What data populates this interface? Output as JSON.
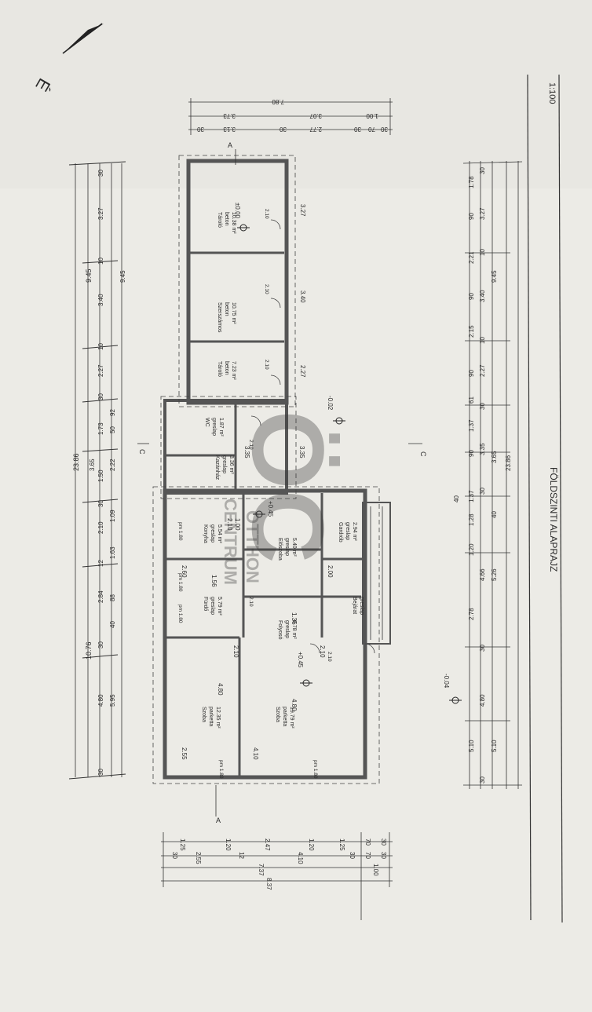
{
  "drawing": {
    "title": "FÖLDSZINTI ALAPRAJZ",
    "scale": "1:100",
    "north_letter": "É",
    "section_a": "A",
    "section_c": "C"
  },
  "watermark": {
    "logo": "ÖC",
    "line1": "OTTHON",
    "line2": "CENTRUM"
  },
  "rooms": [
    {
      "name": "Szoba",
      "floor": "parketta",
      "area": "12.35 m²"
    },
    {
      "name": "Szoba",
      "floor": "parketta",
      "area": "19.79 m²"
    },
    {
      "name": "Fürdő",
      "floor": "greslap",
      "area": "5.79 m²"
    },
    {
      "name": "Konyha",
      "floor": "greslap",
      "area": "5.54 m²"
    },
    {
      "name": "Folyosó",
      "floor": "greslap",
      "area": "6.78 m²"
    },
    {
      "name": "Előszoba",
      "floor": "greslap",
      "area": "5.40 m²"
    },
    {
      "name": "Gardrób",
      "floor": "greslap",
      "area": "2.94 m²"
    },
    {
      "name": "Bejárat",
      "floor": "greslap",
      "area": ""
    },
    {
      "name": "Kazánház",
      "floor": "greslap",
      "area": "3.36 m²"
    },
    {
      "name": "WC",
      "floor": "greslap",
      "area": "1.87 m²"
    },
    {
      "name": "Tároló",
      "floor": "beton",
      "area": "7.23 m²"
    },
    {
      "name": "Szerszámos",
      "floor": "beton",
      "area": "10.75 m²"
    },
    {
      "name": "Tároló",
      "floor": "beton",
      "area": "10.38 m²"
    }
  ],
  "levels": [
    "+0.45",
    "+0.45",
    "±0.00",
    "-0.02",
    "-0.04"
  ],
  "dims_left": {
    "total": "23.86",
    "row1": [
      "10.76",
      "9.45"
    ],
    "row2": [
      "30",
      "4.80",
      "30",
      "2.84",
      "12",
      "2.10",
      "30",
      "1.50",
      "1.73",
      "30",
      "2.27",
      "10",
      "3.40",
      "10",
      "3.27",
      "30"
    ],
    "row3": [
      "5.95",
      "40",
      "88",
      "1.63",
      "1.09",
      "2.22",
      "50",
      "92",
      "9.45"
    ],
    "row4": [
      "3.65"
    ]
  },
  "dims_right": {
    "total": "23.86",
    "row1": [
      "5.10",
      "2.78",
      "1.20",
      "1.28",
      "1.37",
      "90",
      "1.37",
      "61",
      "90",
      "2.15",
      "90",
      "2.21",
      "90",
      "1.78"
    ],
    "row2": [
      "30",
      "4.80",
      "30",
      "4.66",
      "30",
      "3.35",
      "30",
      "2.27",
      "10",
      "3.40",
      "10",
      "3.27",
      "30"
    ],
    "row3": [
      "5.10",
      "5.26",
      "40",
      "3.65",
      "9.45"
    ],
    "row4": [
      "40"
    ]
  },
  "dims_bottom": {
    "total": "8.37",
    "row1": [
      "1.25",
      "1.20",
      "2.47",
      "1.20",
      "1.25",
      "70",
      "30"
    ],
    "row2": [
      "30",
      "2.55",
      "12",
      "4.10",
      "30",
      "70",
      "30"
    ],
    "row3": [
      "7.37",
      "1.00"
    ]
  },
  "dims_top": {
    "total": "7.80",
    "row1": [
      "3.73",
      "3.07",
      "1.00"
    ],
    "row2": [
      "30",
      "3.13",
      "30",
      "2.77",
      "30",
      "70",
      "30"
    ]
  },
  "inner_dims": [
    "2.55",
    "4.10",
    "4.80",
    "4.80",
    "2.10",
    "2.10",
    "2.60",
    "1.56",
    "2.10",
    "1.36",
    "2.00",
    "1.00",
    "3.35",
    "3.35",
    "2.27",
    "3.40",
    "3.27"
  ],
  "window_labels": [
    "pm 1.80",
    "pm 1.80",
    "pm 1.80",
    "pm 1.80",
    "pm 1.80"
  ],
  "door_labels": [
    "2.10",
    "2.10",
    "2.10",
    "2.10",
    "2.10",
    "2.10"
  ],
  "colors": {
    "paper": "#ecebe6",
    "ink": "#2a2a2a",
    "wall": "#555555"
  }
}
